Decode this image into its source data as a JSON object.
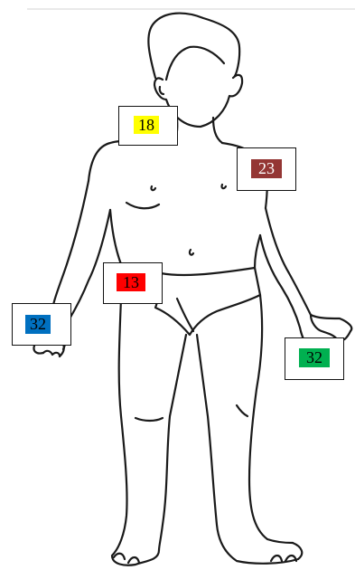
{
  "figure": {
    "labels": [
      {
        "id": "neck",
        "value": "18",
        "color": "#ffff00",
        "text_color": "#000000"
      },
      {
        "id": "left-chest",
        "value": "23",
        "color": "#943634",
        "text_color": "#ffffff"
      },
      {
        "id": "right-hip",
        "value": "13",
        "color": "#ff0000",
        "text_color": "#000000"
      },
      {
        "id": "right-hand",
        "value": "32",
        "color": "#0070c0",
        "text_color": "#000000"
      },
      {
        "id": "left-hand",
        "value": "32",
        "color": "#00b050",
        "text_color": "#000000"
      }
    ]
  }
}
